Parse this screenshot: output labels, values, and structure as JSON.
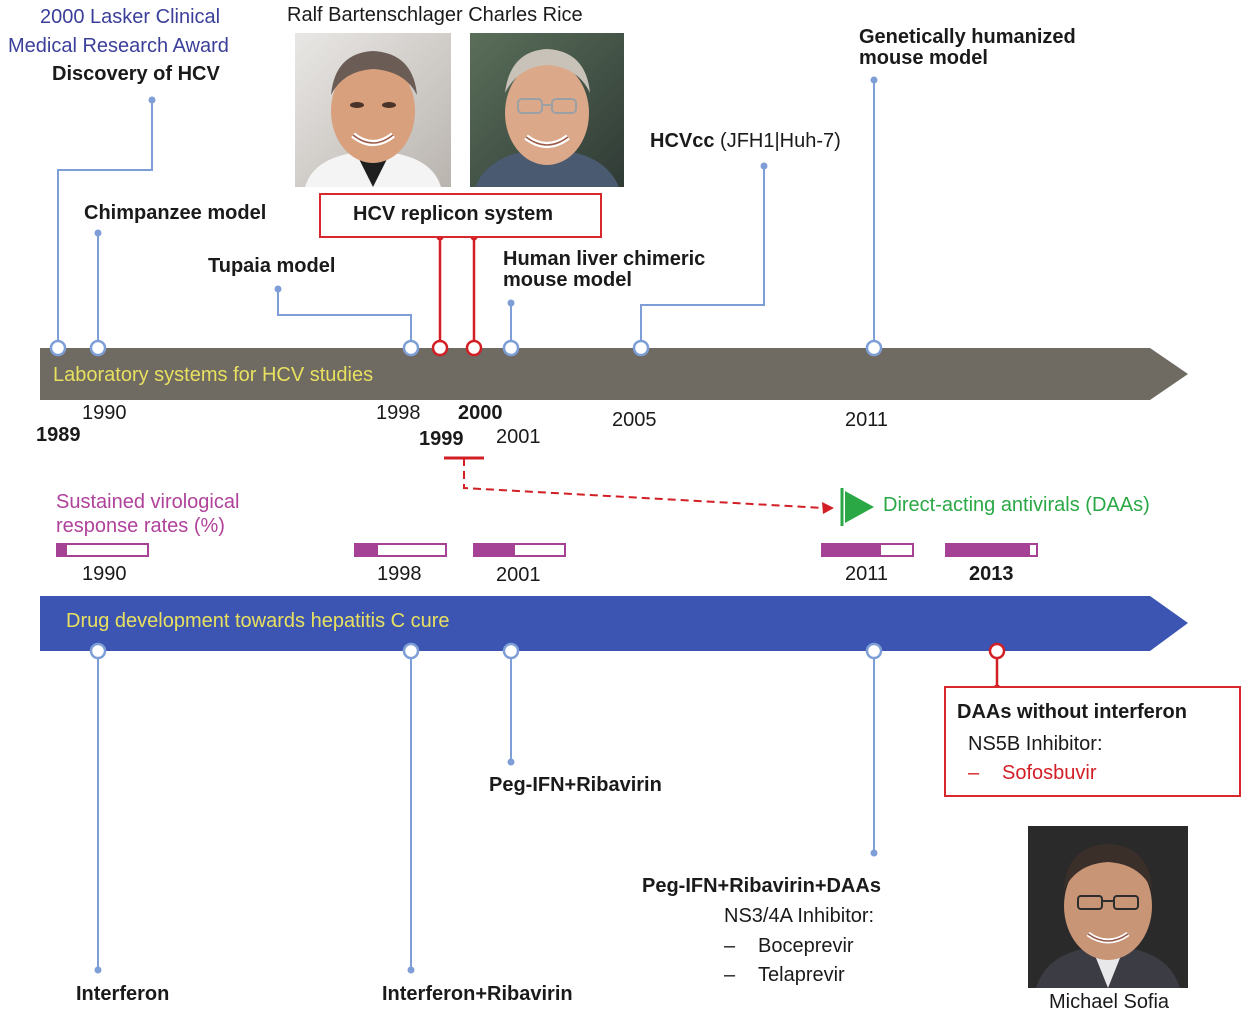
{
  "colors": {
    "lab_arrow": "#6f6a62",
    "drug_arrow": "#3d55b2",
    "node_blue": "#7d9ed6",
    "red": "#d21f26",
    "magenta": "#a64296",
    "green": "#2aa845",
    "yellow_text": "#e8e060",
    "blue_text": "#3b3f99"
  },
  "lasker": {
    "line1": "2000 Lasker Clinical",
    "line2": "Medical Research Award",
    "discovery": "Discovery of HCV"
  },
  "photos": {
    "bartenschlager_rice_caption": "Ralf Bartenschlager Charles Rice",
    "sofia_caption": "Michael Sofia"
  },
  "lab_timeline": {
    "arrow_label": "Laboratory systems for HCV studies",
    "milestones": {
      "chimpanzee": "Chimpanzee model",
      "tupaia": "Tupaia model",
      "replicon": "HCV replicon system",
      "chimeric_line1": "Human liver chimeric",
      "chimeric_line2": "mouse model",
      "hcvcc_bold": "HCVcc",
      "hcvcc_rest": " (JFH1|Huh-7)",
      "humanized_line1": "Genetically humanized",
      "humanized_line2": "mouse model"
    },
    "years": {
      "y1989": "1989",
      "y1990": "1990",
      "y1998": "1998",
      "y1999": "1999",
      "y2000": "2000",
      "y2001": "2001",
      "y2005": "2005",
      "y2011": "2011"
    }
  },
  "svr": {
    "title_line1": "Sustained virological",
    "title_line2": "response rates (%)",
    "bars": [
      {
        "year": "1990",
        "rate": 0.1
      },
      {
        "year": "1998",
        "rate": 0.25
      },
      {
        "year": "2001",
        "rate": 0.45
      },
      {
        "year": "2011",
        "rate": 0.65
      },
      {
        "year": "2013",
        "rate": 0.93
      }
    ]
  },
  "daa_flag": "Direct-acting antivirals (DAAs)",
  "drug_timeline": {
    "arrow_label": "Drug development towards hepatitis C cure",
    "interferon": "Interferon",
    "interferon_ribavirin": "Interferon+Ribavirin",
    "peg_ribavirin": "Peg-IFN+Ribavirin",
    "peg_daas": {
      "title": "Peg-IFN+Ribavirin+DAAs",
      "subtitle": "NS3/4A Inhibitor:",
      "items": [
        "Boceprevir",
        "Telaprevir"
      ]
    },
    "no_interferon": {
      "title": "DAAs without interferon",
      "subtitle": "NS5B Inhibitor:",
      "items": [
        "Sofosbuvir"
      ]
    }
  }
}
